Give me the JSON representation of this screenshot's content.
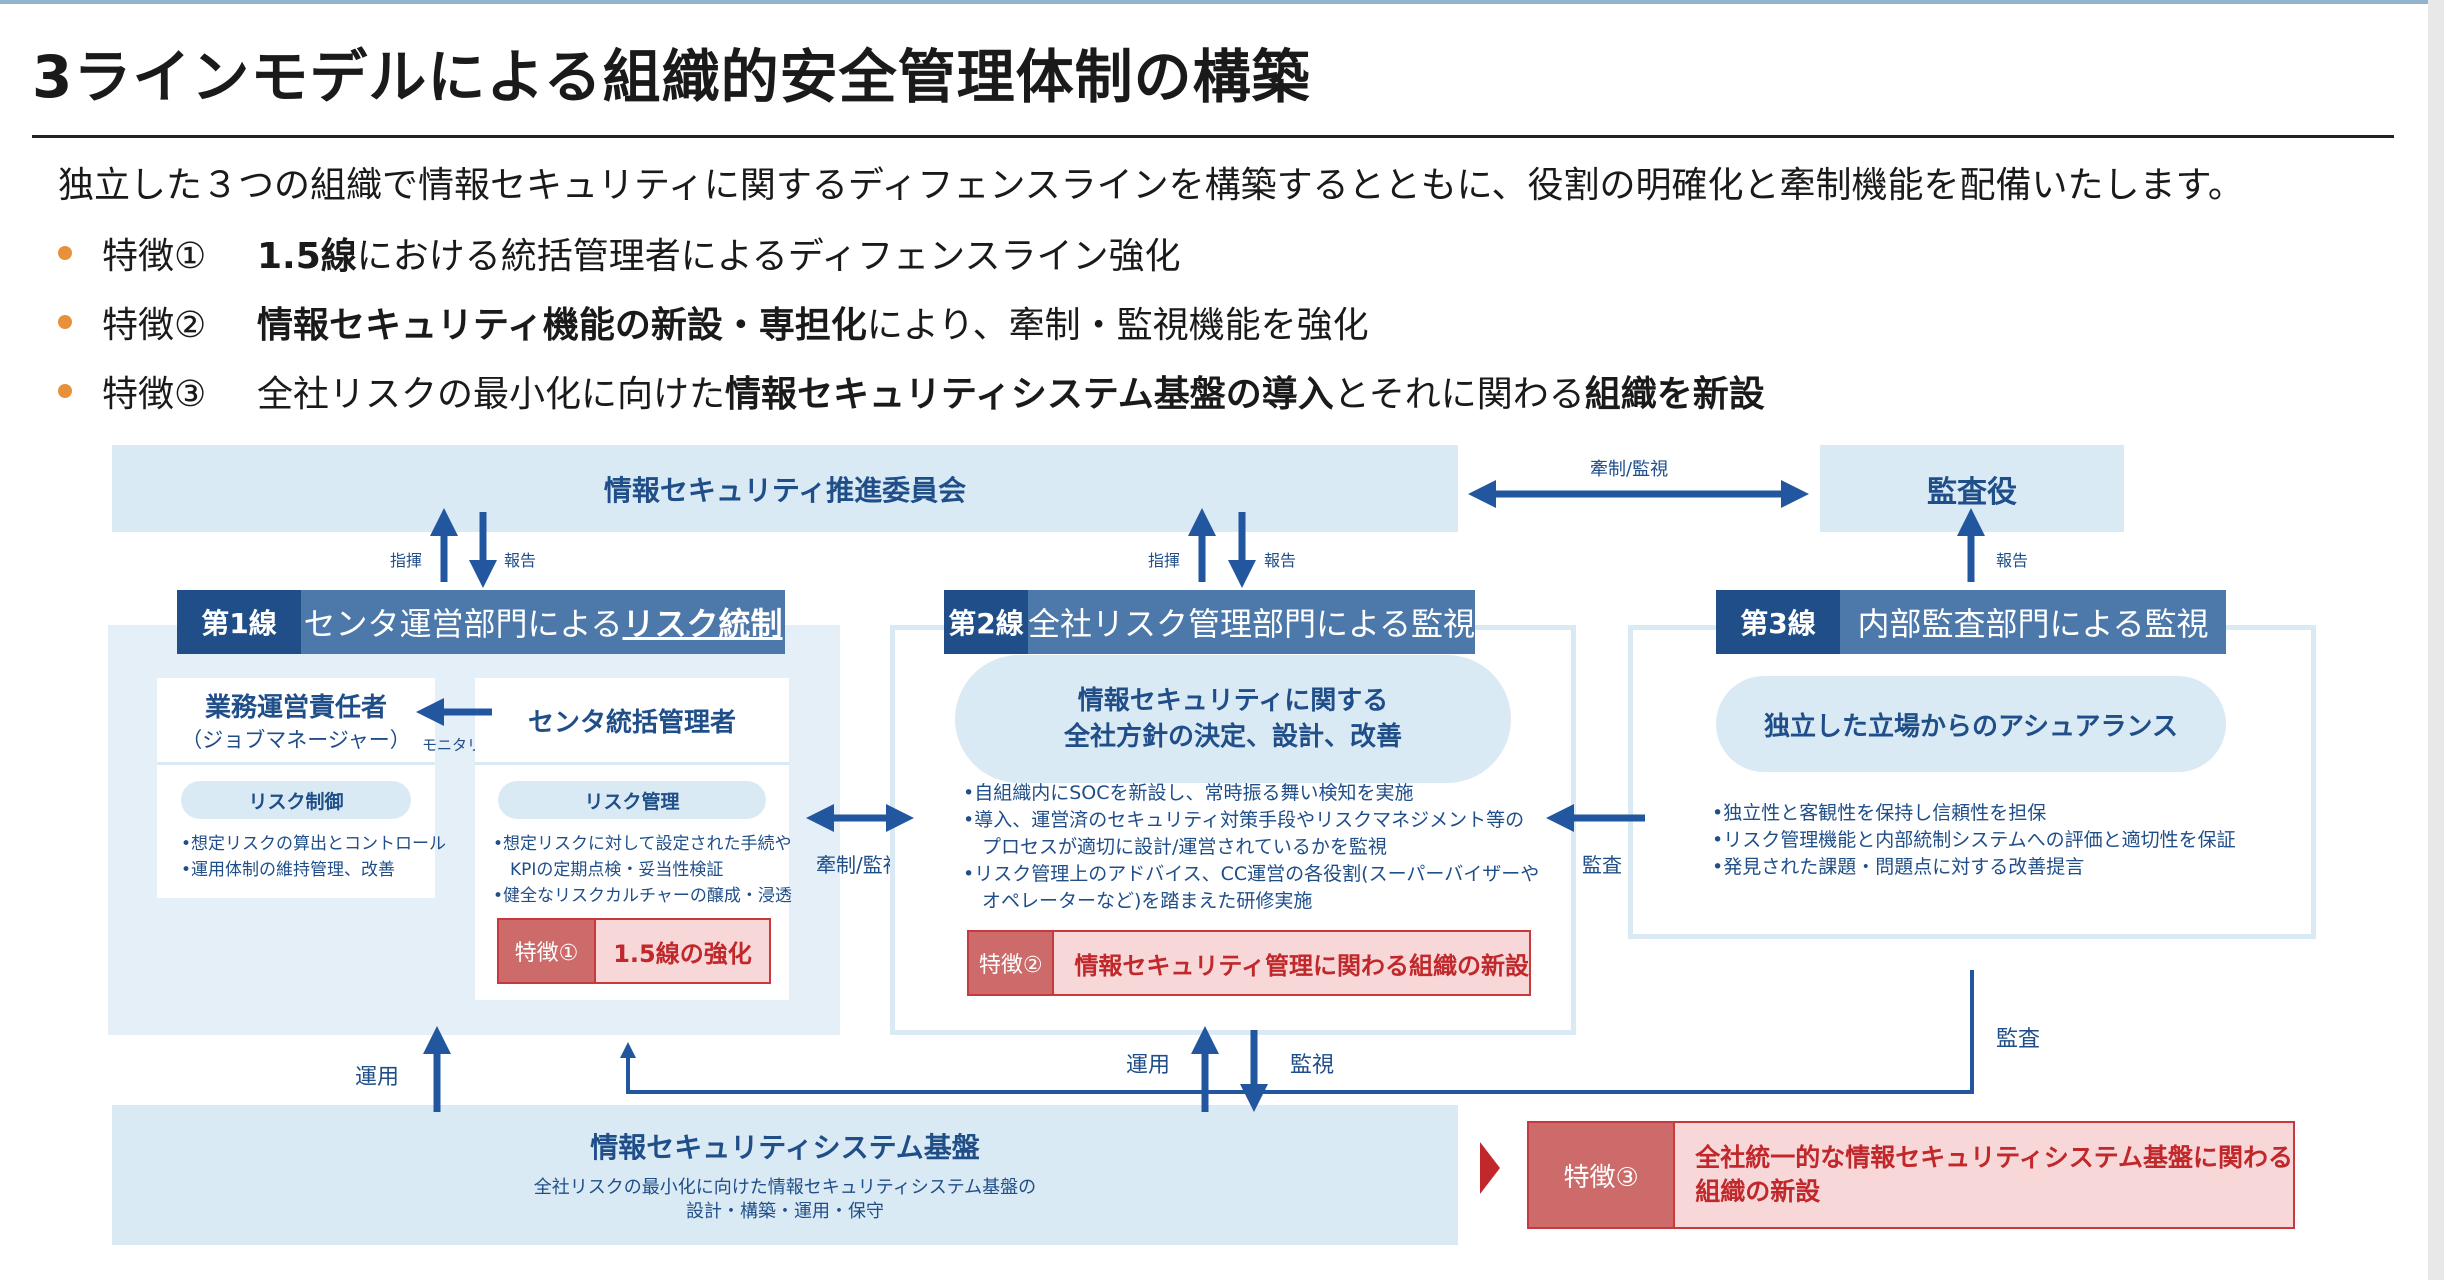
{
  "title": "3ラインモデルによる組織的安全管理体制の構築",
  "intro": "独立した３つの組織で情報セキュリティに関するディフェンスラインを構築するとともに、役割の明確化と牽制機能を配備いたします。",
  "features": [
    {
      "label": "特徴①",
      "parts": [
        "",
        "1.5線",
        "における統括管理者によるディフェンスライン強化"
      ]
    },
    {
      "label": "特徴②",
      "parts": [
        "",
        "情報セキュリティ機能の新設・専担化",
        "により、牽制・監視機能を強化"
      ]
    },
    {
      "label": "特徴③",
      "parts": [
        "全社リスクの最小化に向けた",
        "情報セキュリティシステム基盤の導入",
        "とそれに関わる",
        "組織を新設"
      ]
    }
  ],
  "diagram": {
    "committee": "情報セキュリティ推進委員会",
    "auditor": "監査役",
    "check_monitor_top": "牽制/監視",
    "cmd": "指揮",
    "report": "報告",
    "line1": {
      "num": "第1線",
      "name_pre": "センタ運営部門による",
      "name_em": "リスク統制",
      "ops_head": "業務運営責任者",
      "ops_sub": "（ジョブマネージャー）",
      "monitoring": "モニタリング",
      "ctrl_head": "センタ統括管理者",
      "risk_ctrl": "リスク制御",
      "risk_ctrl_items": [
        "•想定リスクの算出とコントロール",
        "•運用体制の維持管理、改善"
      ],
      "risk_mgmt": "リスク管理",
      "risk_mgmt_items": [
        "•想定リスクに対して設定された手続や",
        "　KPIの定期点検・妥当性検証",
        "•健全なリスクカルチャーの醸成・浸透"
      ],
      "feat_key": "特徴①",
      "feat_val": "1.5線の強化"
    },
    "check_monitor_mid": "牽制/監視",
    "line2": {
      "num": "第2線",
      "name": "全社リスク管理部門による監視",
      "pill_l1": "情報セキュリティに関する",
      "pill_l2": "全社方針の決定、設計、改善",
      "items": [
        "•自組織内にSOCを新設し、常時振る舞い検知を実施",
        "•導入、運営済のセキュリティ対策手段やリスクマネジメント等の",
        "　プロセスが適切に設計/運営されているかを監視",
        "•リスク管理上のアドバイス、CC運営の各役割(スーパーバイザーや",
        "　オペレーターなど)を踏まえた研修実施"
      ],
      "feat_key": "特徴②",
      "feat_val": "情報セキュリティ管理に関わる組織の新設"
    },
    "audit_label": "監査",
    "line3": {
      "num": "第3線",
      "name": "内部監査部門による監視",
      "pill": "独立した立場からのアシュアランス",
      "items": [
        "•独立性と客観性を保持し信頼性を担保",
        "•リスク管理機能と内部統制システムへの評価と適切性を保証",
        "•発見された課題・問題点に対する改善提言"
      ]
    },
    "operate": "運用",
    "operate2": "運用",
    "monitor": "監視",
    "audit2": "監査",
    "platform_title": "情報セキュリティシステム基盤",
    "platform_sub1": "全社リスクの最小化に向けた情報セキュリティシステム基盤の",
    "platform_sub2": "設計・構築・運用・保守",
    "feat3_key": "特徴③",
    "feat3_val_l1": "全社統一的な情報セキュリティシステム基盤に関わる",
    "feat3_val_l2": "組織の新設"
  },
  "colors": {
    "navy": "#1f4e89",
    "mid_blue": "#4d78aa",
    "light_blue": "#daeaf4",
    "accent_orange": "#e8913b",
    "feature_red": "#c0282b",
    "feature_pink": "#f7d7d7"
  }
}
